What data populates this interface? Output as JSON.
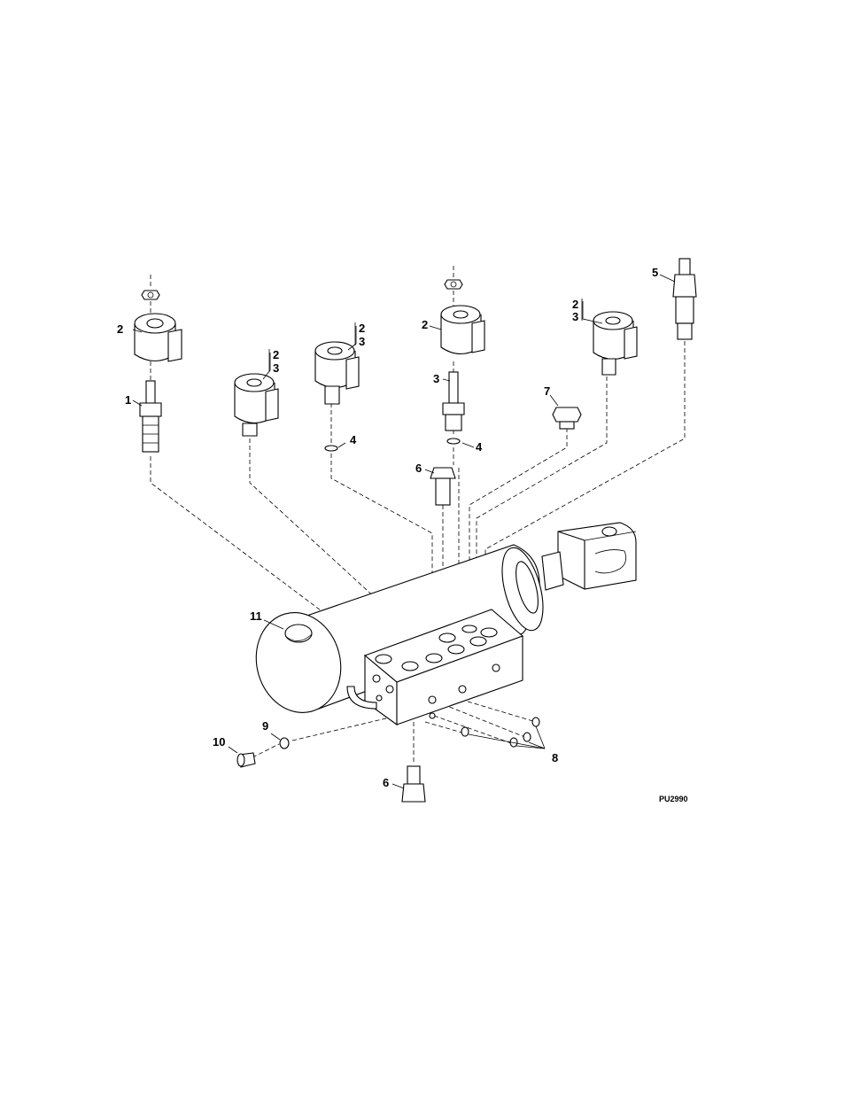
{
  "figure_id": "PU2990",
  "callouts": {
    "c1": "1",
    "c2a": "2",
    "c2b": "2",
    "c3b": "3",
    "c2c": "2",
    "c3c": "3",
    "c2d": "2",
    "c2e": "2",
    "c3e": "3",
    "c3": "3",
    "c4a": "4",
    "c4b": "4",
    "c5": "5",
    "c6a": "6",
    "c6b": "6",
    "c7": "7",
    "c8": "8",
    "c9": "9",
    "c10": "10",
    "c11": "11"
  }
}
